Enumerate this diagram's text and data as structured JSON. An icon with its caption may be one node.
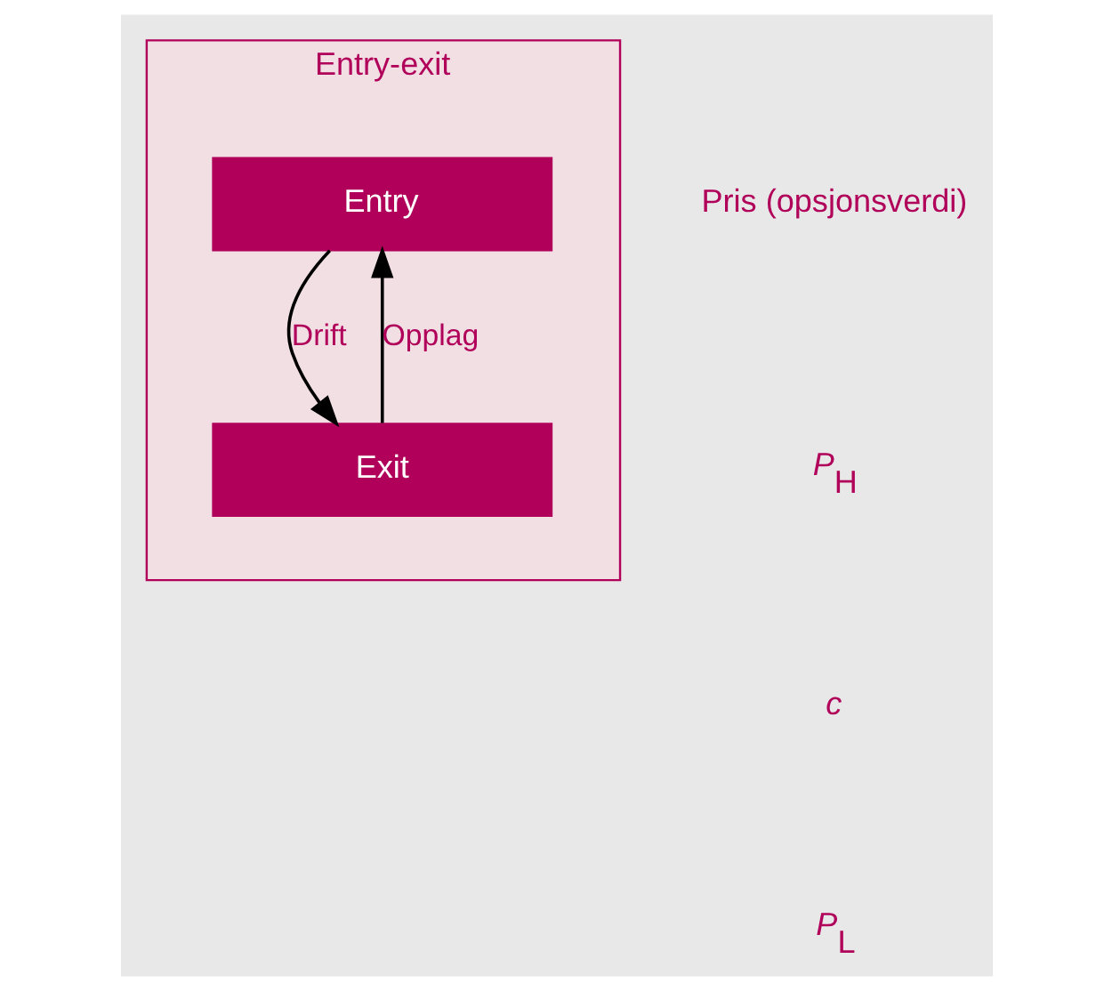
{
  "diagram": {
    "nodes": [
      {
        "text": [
          "Entry-exit"
        ]
      },
      {
        "text": [
          "Entry"
        ],
        "in": 0
      },
      {
        "text": [
          "Exit"
        ],
        "in": 0
      }
    ],
    "edges": [
      {
        "from": 1,
        "to": 2,
        "arrow": "to",
        "label": "Drift"
      },
      {
        "from": 2,
        "to": 1,
        "arrow": "to",
        "label": "Opplag"
      }
    ],
    "labels": [
      "Pris (opsjonsverdi)",
      "*P*$_{H}$",
      "*c*",
      "*P*$_{L}$"
    ]
  }
}
